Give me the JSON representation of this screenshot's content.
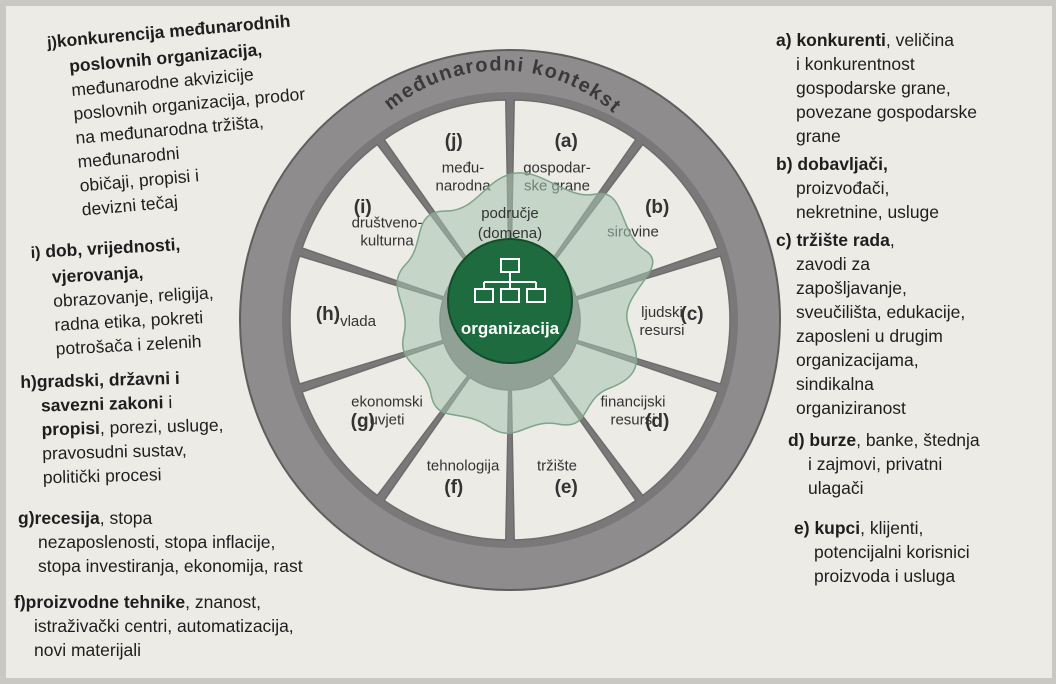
{
  "diagram": {
    "ring_title": "međunarodni kontekst",
    "center_label": "organizacija",
    "area_label_1": "područje",
    "area_label_2": "(domena)",
    "segments": [
      {
        "letter": "(a)",
        "lines": [
          "gospodar-",
          "ske grane"
        ]
      },
      {
        "letter": "(b)",
        "lines": [
          "sirovine"
        ]
      },
      {
        "letter": "(c)",
        "lines": [
          "ljudski",
          "resursi"
        ]
      },
      {
        "letter": "(d)",
        "lines": [
          "financijski",
          "resursi"
        ]
      },
      {
        "letter": "(e)",
        "lines": [
          "tržište"
        ]
      },
      {
        "letter": "(f)",
        "lines": [
          "tehnologija"
        ]
      },
      {
        "letter": "(g)",
        "lines": [
          "ekonomski",
          "uvjeti"
        ]
      },
      {
        "letter": "(h)",
        "lines": [
          "vlada"
        ]
      },
      {
        "letter": "(i)",
        "lines": [
          "društveno-",
          "kulturna"
        ]
      },
      {
        "letter": "(j)",
        "lines": [
          "među-",
          "narodna"
        ]
      }
    ],
    "colors": {
      "ring": "#8e8c8c",
      "segment": "#ecebe6",
      "center": "#1d6b3f",
      "domain_blob": "#a5c3ad"
    }
  },
  "left_notes": {
    "j": {
      "letter": "j)",
      "bold1": "konkurencija međunarodnih",
      "bold2": "poslovnih organizacija,",
      "rest": [
        "međunarodne akvizicije",
        "poslovnih organizacija, prodor",
        "na međunarodna tržišta,",
        "međunarodni",
        "običaji, propisi i",
        "devizni tečaj"
      ]
    },
    "i": {
      "letter": "i)",
      "bold1": "dob, vrijednosti,",
      "bold2": "vjerovanja,",
      "rest": [
        "obrazovanje, religija,",
        "radna etika, pokreti",
        "potrošača i zelenih"
      ]
    },
    "h": {
      "letter": "h)",
      "bold1": "gradski, državni i",
      "bold2": "savezni zakoni",
      "after2": " i",
      "bold3": "propisi",
      "after3": ", porezi, usluge,",
      "rest": [
        "pravosudni sustav,",
        "politički procesi"
      ]
    },
    "g": {
      "letter": "g)",
      "bold1": "recesija",
      "after1": ", stopa",
      "rest": [
        "nezaposlenosti, stopa inflacije,",
        "stopa investiranja, ekonomija, rast"
      ]
    },
    "f": {
      "letter": "f)",
      "bold1": "proizvodne tehnike",
      "after1": ", znanost,",
      "rest": [
        "istraživački centri, automatizacija,",
        "novi materijali"
      ]
    }
  },
  "right_notes": {
    "a": {
      "letter": "a)",
      "bold1": "konkurenti",
      "after1": ", veličina",
      "rest": [
        "i konkurentnost",
        "gospodarske grane,",
        "povezane gospodarske",
        "grane"
      ]
    },
    "b": {
      "letter": "b)",
      "bold1": "dobavljači,",
      "rest": [
        "proizvođači,",
        "nekretnine, usluge"
      ]
    },
    "c": {
      "letter": "c)",
      "bold1": "tržište rada",
      "after1": ",",
      "rest": [
        "zavodi za",
        "zapošljavanje,",
        "sveučilišta, edukacije,",
        "zaposleni u drugim",
        "organizacijama,",
        "sindikalna",
        "organiziranost"
      ]
    },
    "d": {
      "letter": "d)",
      "bold1": "burze",
      "after1": ", banke, štednja",
      "rest": [
        "i zajmovi, privatni",
        "ulagači"
      ]
    },
    "e": {
      "letter": "e)",
      "bold1": "kupci",
      "after1": ", klijenti,",
      "rest": [
        "potencijalni korisnici",
        "proizvoda i usluga"
      ]
    }
  }
}
